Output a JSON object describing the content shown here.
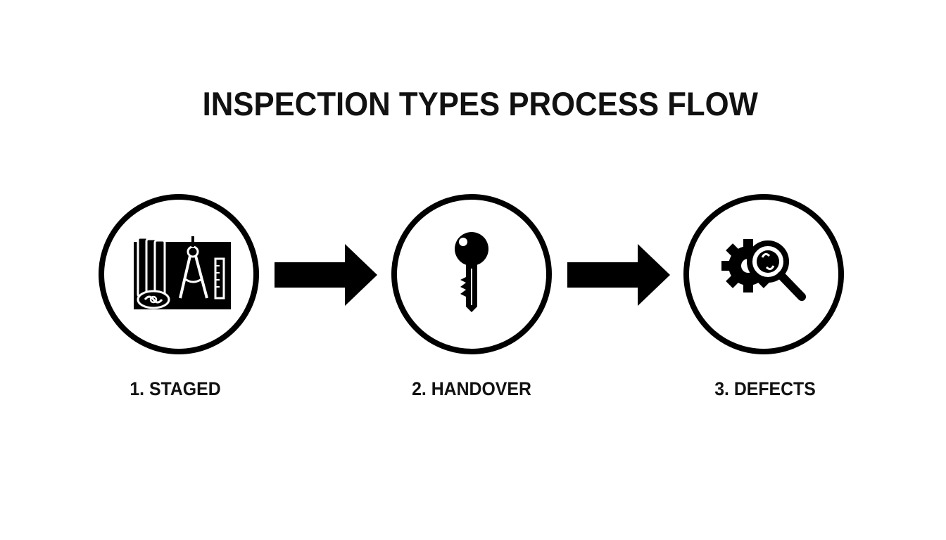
{
  "title": "INSPECTION TYPES PROCESS FLOW",
  "steps": [
    {
      "label": "1. STAGED",
      "icon": "blueprint-icon"
    },
    {
      "label": "2. HANDOVER",
      "icon": "key-icon"
    },
    {
      "label": "3. DEFECTS",
      "icon": "gear-magnifier-icon"
    }
  ],
  "colors": {
    "foreground": "#000000",
    "background": "#ffffff"
  }
}
